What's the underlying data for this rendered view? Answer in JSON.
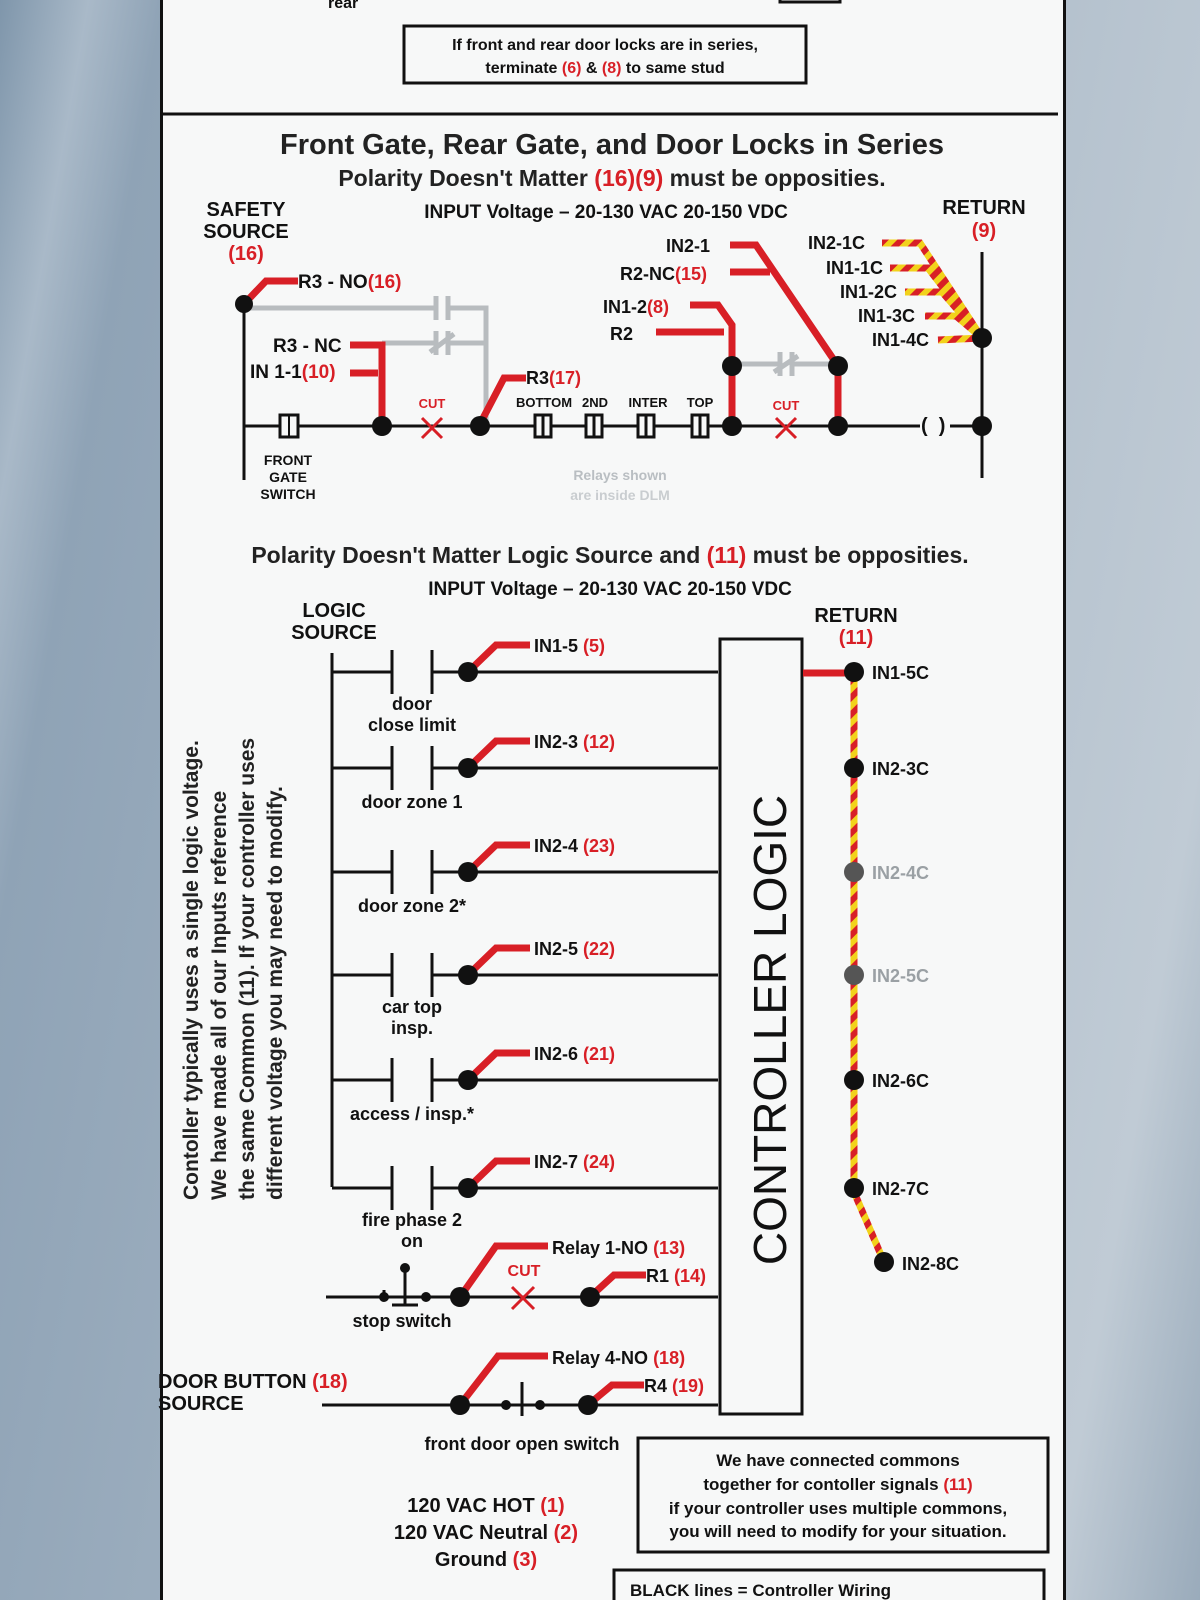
{
  "top_fragment": "rear",
  "series_note": {
    "line1": "If front and rear door locks are in series,",
    "line2_a": "terminate ",
    "n6": "(6)",
    "amp": " & ",
    "n8": "(8)",
    "line2_b": " to same stud"
  },
  "section1": {
    "title": "Front Gate, Rear Gate, and Door Locks in Series",
    "polarity_a": "Polarity Doesn't Matter ",
    "polarity_n": "(16)(9)",
    "polarity_b": " must be opposities.",
    "input_voltage": "INPUT Voltage – 20-130 VAC 20-150 VDC",
    "safety_source_1": "SAFETY",
    "safety_source_2": "SOURCE",
    "safety_source_n": "(16)",
    "return_label": "RETURN",
    "return_n": "(9)",
    "r3_no": "R3 - NO",
    "r3_no_n": "(16)",
    "r3_nc": "R3 - NC",
    "in11": "IN 1-1",
    "in11_n": "(10)",
    "cut": "CUT",
    "r3": "R3",
    "r3_n": "(17)",
    "relay_bottom": "BOTTOM",
    "relay_2nd": "2ND",
    "relay_inter": "INTER",
    "relay_top": "TOP",
    "in21": "IN2-1",
    "r2nc": "R2-NC",
    "r2nc_n": "(15)",
    "in12": "IN1-2",
    "in12_n": "(8)",
    "r2": "R2",
    "in21c": "IN2-1C",
    "in11c": "IN1-1C",
    "in12c": "IN1-2C",
    "in13c": "IN1-3C",
    "in14c": "IN1-4C",
    "front_gate_1": "FRONT",
    "front_gate_2": "GATE",
    "front_gate_3": "SWITCH",
    "relays_note_1": "Relays shown",
    "relays_note_2": "are inside DLM"
  },
  "section2": {
    "polarity_a": "Polarity Doesn't Matter Logic Source and ",
    "polarity_n": "(11)",
    "polarity_b": " must be opposities.",
    "input_voltage": "INPUT Voltage – 20-130 VAC 20-150 VDC",
    "logic_source_1": "LOGIC",
    "logic_source_2": "SOURCE",
    "return_label": "RETURN",
    "return_n": "(11)",
    "controller_logic": "CONTROLLER LOGIC",
    "rungs": [
      {
        "input": "IN1-5",
        "num": "(5)",
        "label1": "door",
        "label2": "close limit",
        "common": "IN1-5C"
      },
      {
        "input": "IN2-3",
        "num": "(12)",
        "label1": "door zone 1",
        "label2": "",
        "common": "IN2-3C"
      },
      {
        "input": "IN2-4",
        "num": "(23)",
        "label1": "door zone 2*",
        "label2": "",
        "common": "IN2-4C"
      },
      {
        "input": "IN2-5",
        "num": "(22)",
        "label1": "car top",
        "label2": "insp.",
        "common": "IN2-5C"
      },
      {
        "input": "IN2-6",
        "num": "(21)",
        "label1": "access / insp.*",
        "label2": "",
        "common": "IN2-6C"
      },
      {
        "input": "IN2-7",
        "num": "(24)",
        "label1": "fire phase 2",
        "label2": "on",
        "common": "IN2-7C"
      }
    ],
    "common_last": "IN2-8C",
    "relay1_no": "Relay 1-NO",
    "relay1_no_n": "(13)",
    "r1": "R1",
    "r1_n": "(14)",
    "cut": "CUT",
    "stop_switch": "stop switch",
    "relay4_no": "Relay 4-NO",
    "relay4_no_n": "(18)",
    "r4": "R4",
    "r4_n": "(19)",
    "door_button_1": "DOOR BUTTON",
    "door_button_n": "(18)",
    "door_button_2": "SOURCE",
    "front_door_switch": "front door open switch",
    "side_note": [
      "Contoller typically uses a single logic voltage.",
      "We have made all of our Inputs reference",
      "the same Common (11). If your controller uses",
      "different voltage you may need to modify."
    ],
    "power_hot": "120 VAC HOT ",
    "power_hot_n": "(1)",
    "power_neutral": "120 VAC Neutral ",
    "power_neutral_n": "(2)",
    "power_ground": "Ground ",
    "power_ground_n": "(3)",
    "commons_note_1": "We have connected commons",
    "commons_note_2a": "together for contoller signals ",
    "commons_note_2n": "(11)",
    "commons_note_3": "if your controller uses multiple commons,",
    "commons_note_4": "you will need to modify for your situation.",
    "legend": "BLACK lines = Controller Wiring"
  }
}
